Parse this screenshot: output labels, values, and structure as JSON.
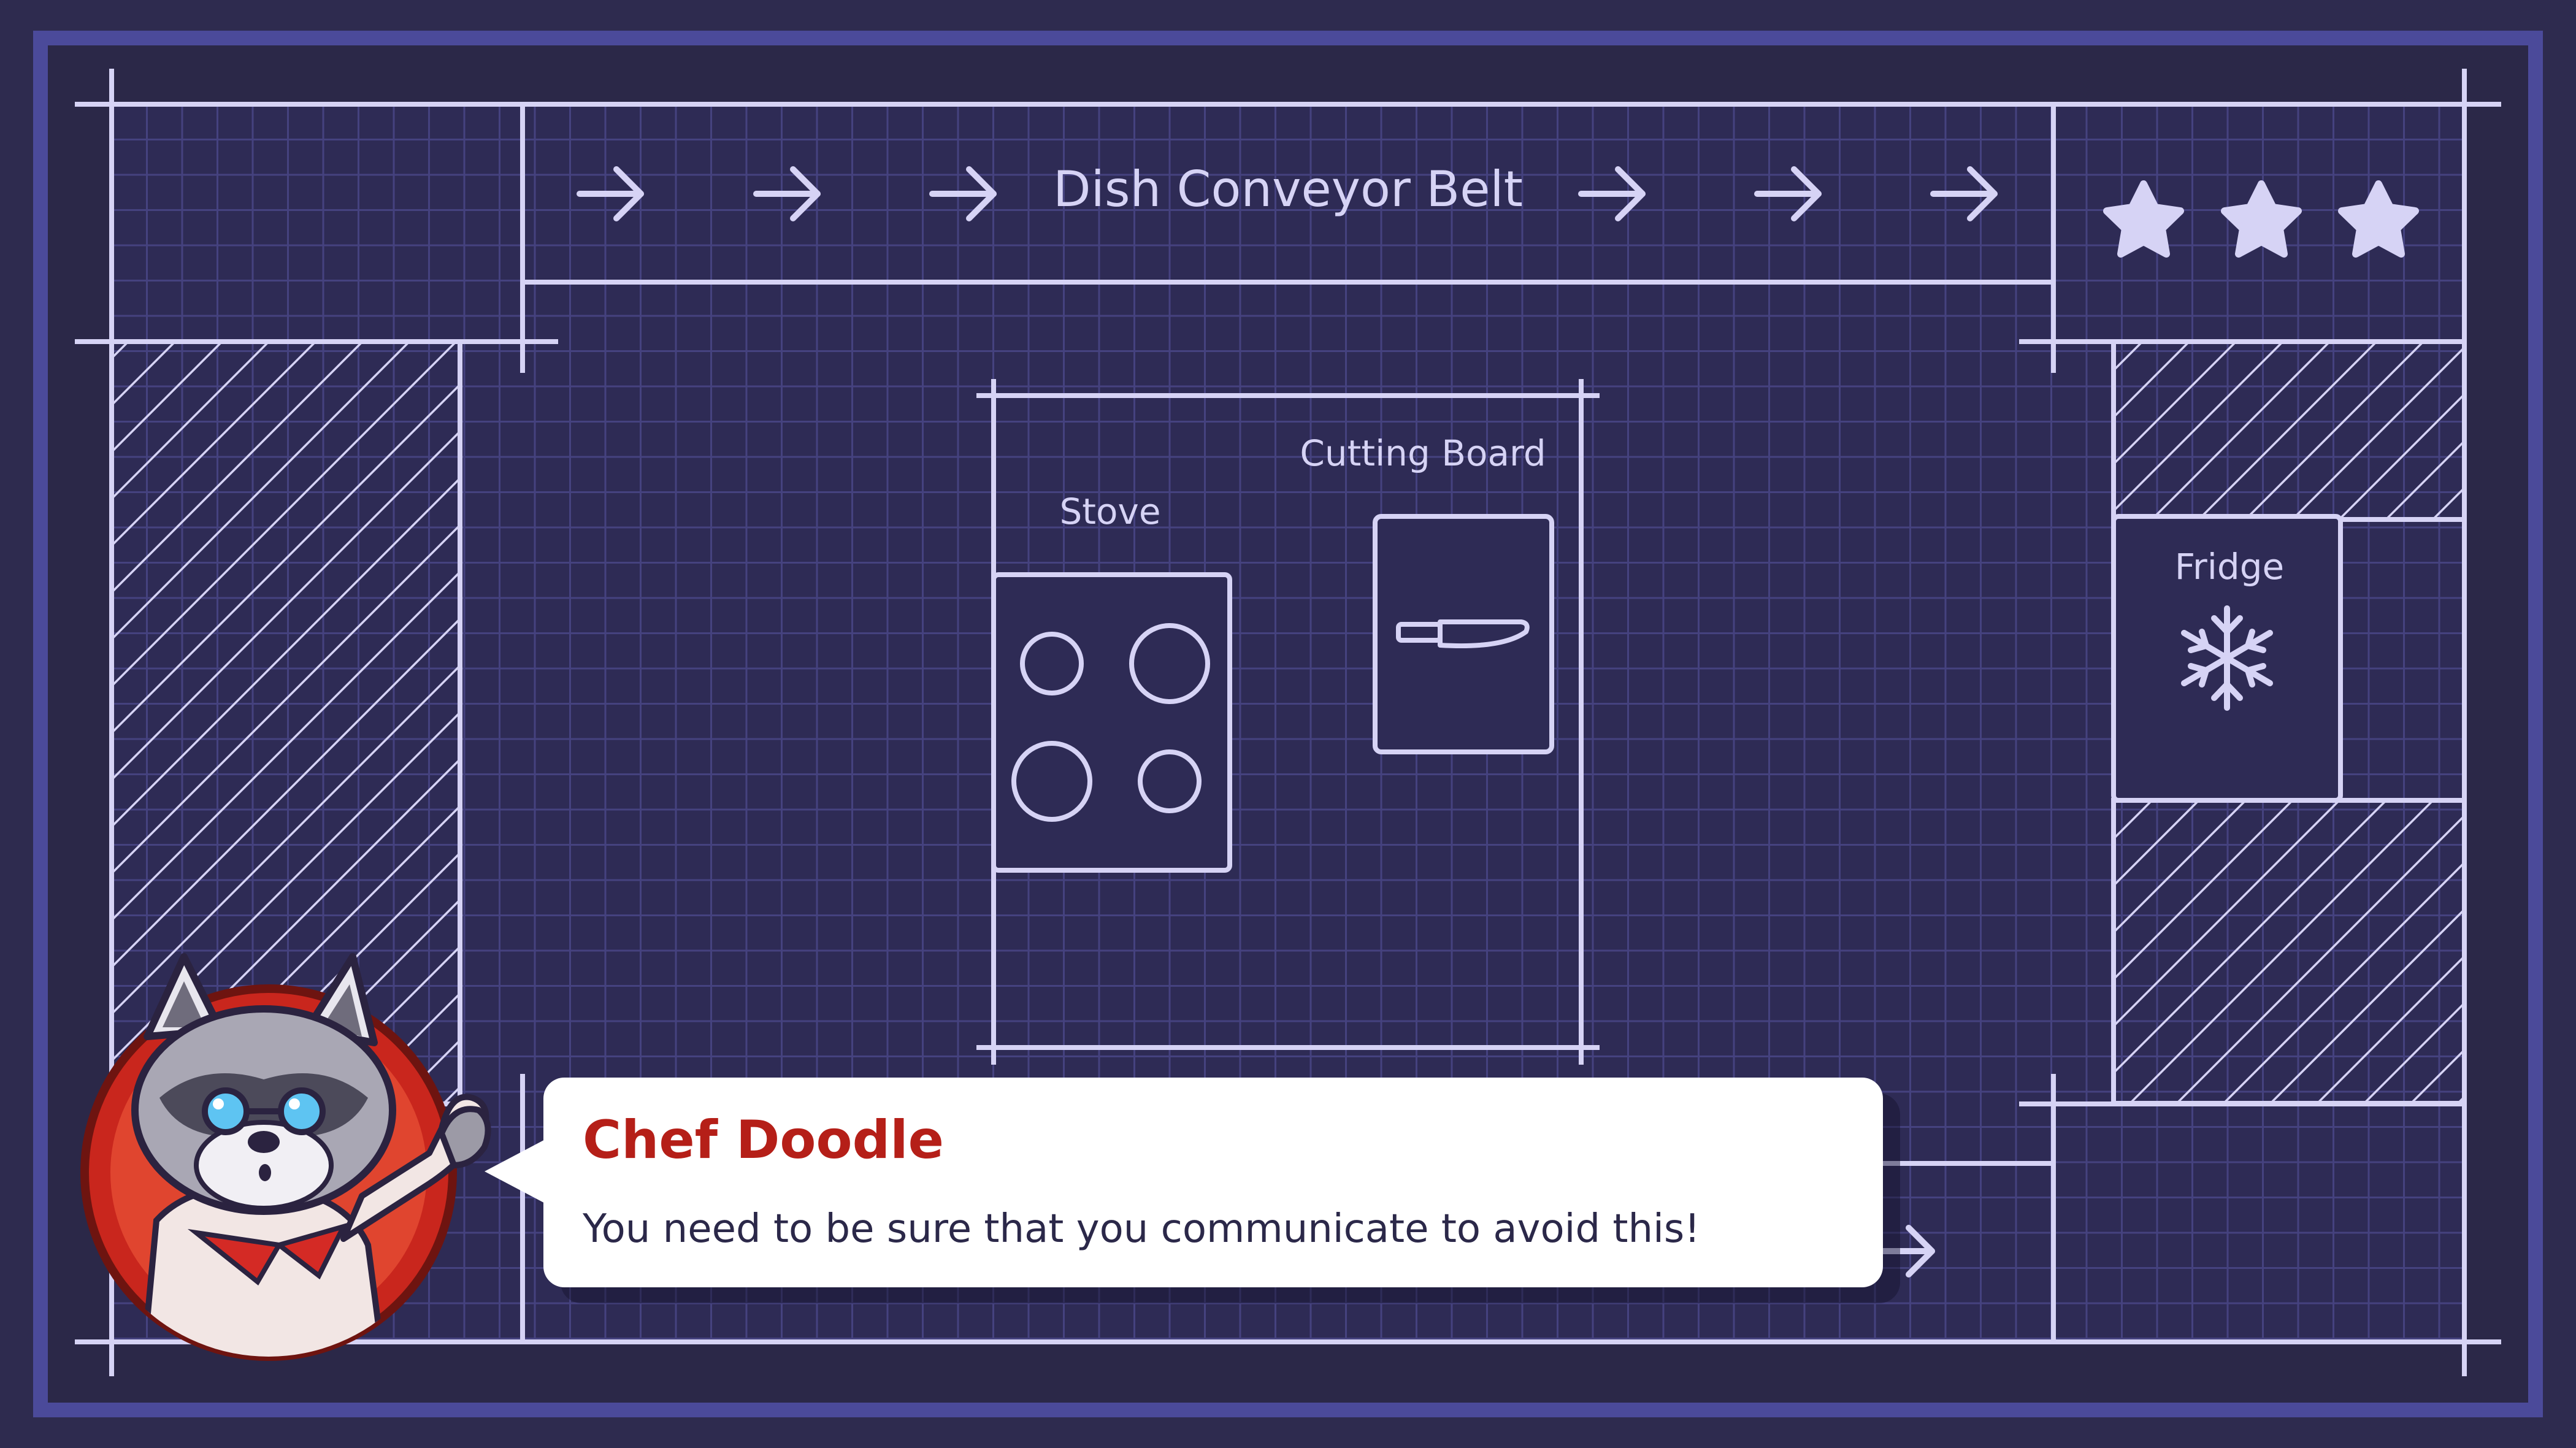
{
  "stations": {
    "conveyor_label": "Dish Conveyor Belt",
    "stove_label": "Stove",
    "cutting_board_label": "Cutting Board",
    "fridge_label": "Fridge"
  },
  "rating": {
    "stars_earned": 3,
    "stars_total": 3
  },
  "dialog": {
    "speaker": "Chef Doodle",
    "message": "You need to be sure that you communicate to avoid this!"
  },
  "icons": {
    "conveyor_arrows": "arrow-right-icon",
    "star": "star-icon",
    "fridge": "snowflake-icon",
    "cutting_board": "knife-icon",
    "stove": "burner-icon",
    "avatar": "raccoon-chef-avatar"
  },
  "colors": {
    "background": "#2e2b4f",
    "frame": "#4b4a9a",
    "blueprint_line": "#d6d3f5",
    "grid_line": "#44417a",
    "speaker_name": "#b51f18",
    "avatar_ring": "#c9261d"
  }
}
